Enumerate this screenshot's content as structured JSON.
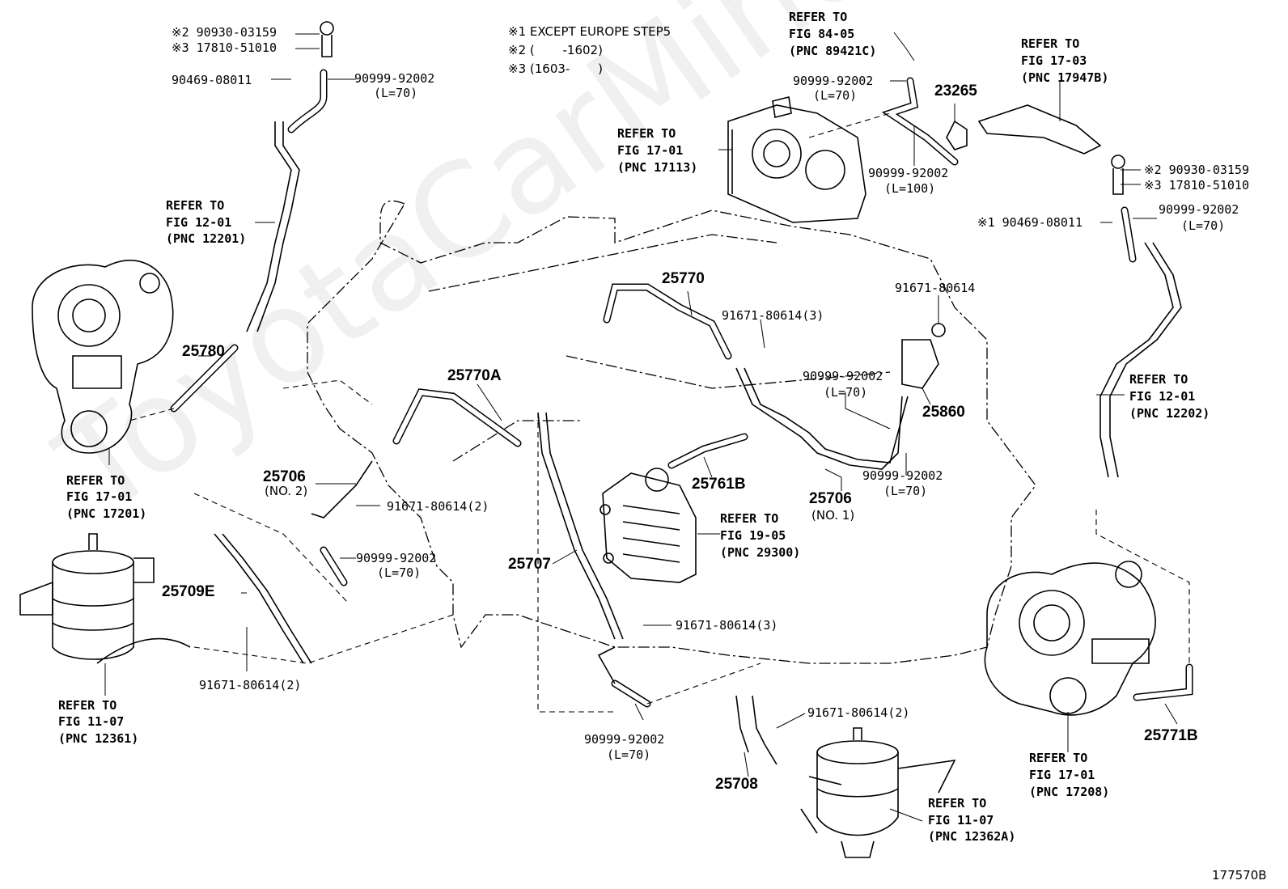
{
  "diagram": {
    "watermark": "ToyotaCarMine.ru",
    "figure_id": "177570B",
    "notes": [
      "※1 EXCEPT EUROPE STEP5",
      "※2 (　　 -1602)",
      "※3 (1603-　　 )"
    ],
    "labels": {
      "tl_sensor_a": "※2 90930-03159",
      "tl_sensor_b": "※3 17810-51010",
      "tl_clip": "90469-08011",
      "tl_hose": "90999-92002",
      "tl_hose_len": "(L=70)",
      "ref_12_01_a": "REFER TO",
      "ref_12_01_b": "FIG 12-01",
      "ref_12_01_c": "(PNC 12201)",
      "p_25780": "25780",
      "ref_17_01a_a": "REFER TO",
      "ref_17_01a_b": "FIG 17-01",
      "ref_17_01a_c": "(PNC 17201)",
      "p_25706_2": "25706",
      "p_25706_2_sub": "(NO. 2)",
      "bolt_mid_left": "91671-80614(2)",
      "hose_mid_left": "90999-92002",
      "hose_mid_left_len": "(L=70)",
      "p_25709e": "25709E",
      "bolt_low_left": "91671-80614(2)",
      "ref_11_07a_a": "REFER TO",
      "ref_11_07a_b": "FIG 11-07",
      "ref_11_07a_c": "(PNC 12361)",
      "p_25770a": "25770A",
      "p_25770": "25770",
      "bolt_25770": "91671-80614(3)",
      "p_25707": "25707",
      "bolt_25707": "91671-80614(3)",
      "hose_bottom": "90999-92002",
      "hose_bottom_len": "(L=70)",
      "p_25761b": "25761B",
      "ref_19_05_a": "REFER TO",
      "ref_19_05_b": "FIG 19-05",
      "ref_19_05_c": "(PNC 29300)",
      "p_25706_1": "25706",
      "p_25706_1_sub": "(NO. 1)",
      "bolt_bottom_mid": "91671-80614(2)",
      "p_25708": "25708",
      "ref_11_07b_a": "REFER TO",
      "ref_11_07b_b": "FIG 11-07",
      "ref_11_07b_c": "(PNC 12362A)",
      "ref_84_05_a": "REFER TO",
      "ref_84_05_b": "FIG 84-05",
      "ref_84_05_c": "(PNC 89421C)",
      "tc_hose": "90999-92002",
      "tc_hose_len": "(L=70)",
      "ref_17_01b_a": "REFER TO",
      "ref_17_01b_b": "FIG 17-01",
      "ref_17_01b_c": "(PNC 17113)",
      "p_23265": "23265",
      "tc_hose2": "90999-92002",
      "tc_hose2_len": "(L=100)",
      "ref_17_03_a": "REFER TO",
      "ref_17_03_b": "FIG 17-03",
      "ref_17_03_c": "(PNC 17947B)",
      "tr_sensor_a": "※2 90930-03159",
      "tr_sensor_b": "※3 17810-51010",
      "tr_clip": "※1 90469-08011",
      "tr_hose": "90999-92002",
      "tr_hose_len": "(L=70)",
      "bolt_vsv": "91671-80614",
      "hose_vsv": "90999-92002",
      "hose_vsv_len": "(L=70)",
      "p_25860": "25860",
      "hose_vsv2": "90999-92002",
      "hose_vsv2_len": "(L=70)",
      "ref_12_01b_a": "REFER TO",
      "ref_12_01b_b": "FIG 12-01",
      "ref_12_01b_c": "(PNC 12202)",
      "p_25771b": "25771B",
      "ref_17_01c_a": "REFER TO",
      "ref_17_01c_b": "FIG 17-01",
      "ref_17_01c_c": "(PNC 17208)"
    }
  }
}
